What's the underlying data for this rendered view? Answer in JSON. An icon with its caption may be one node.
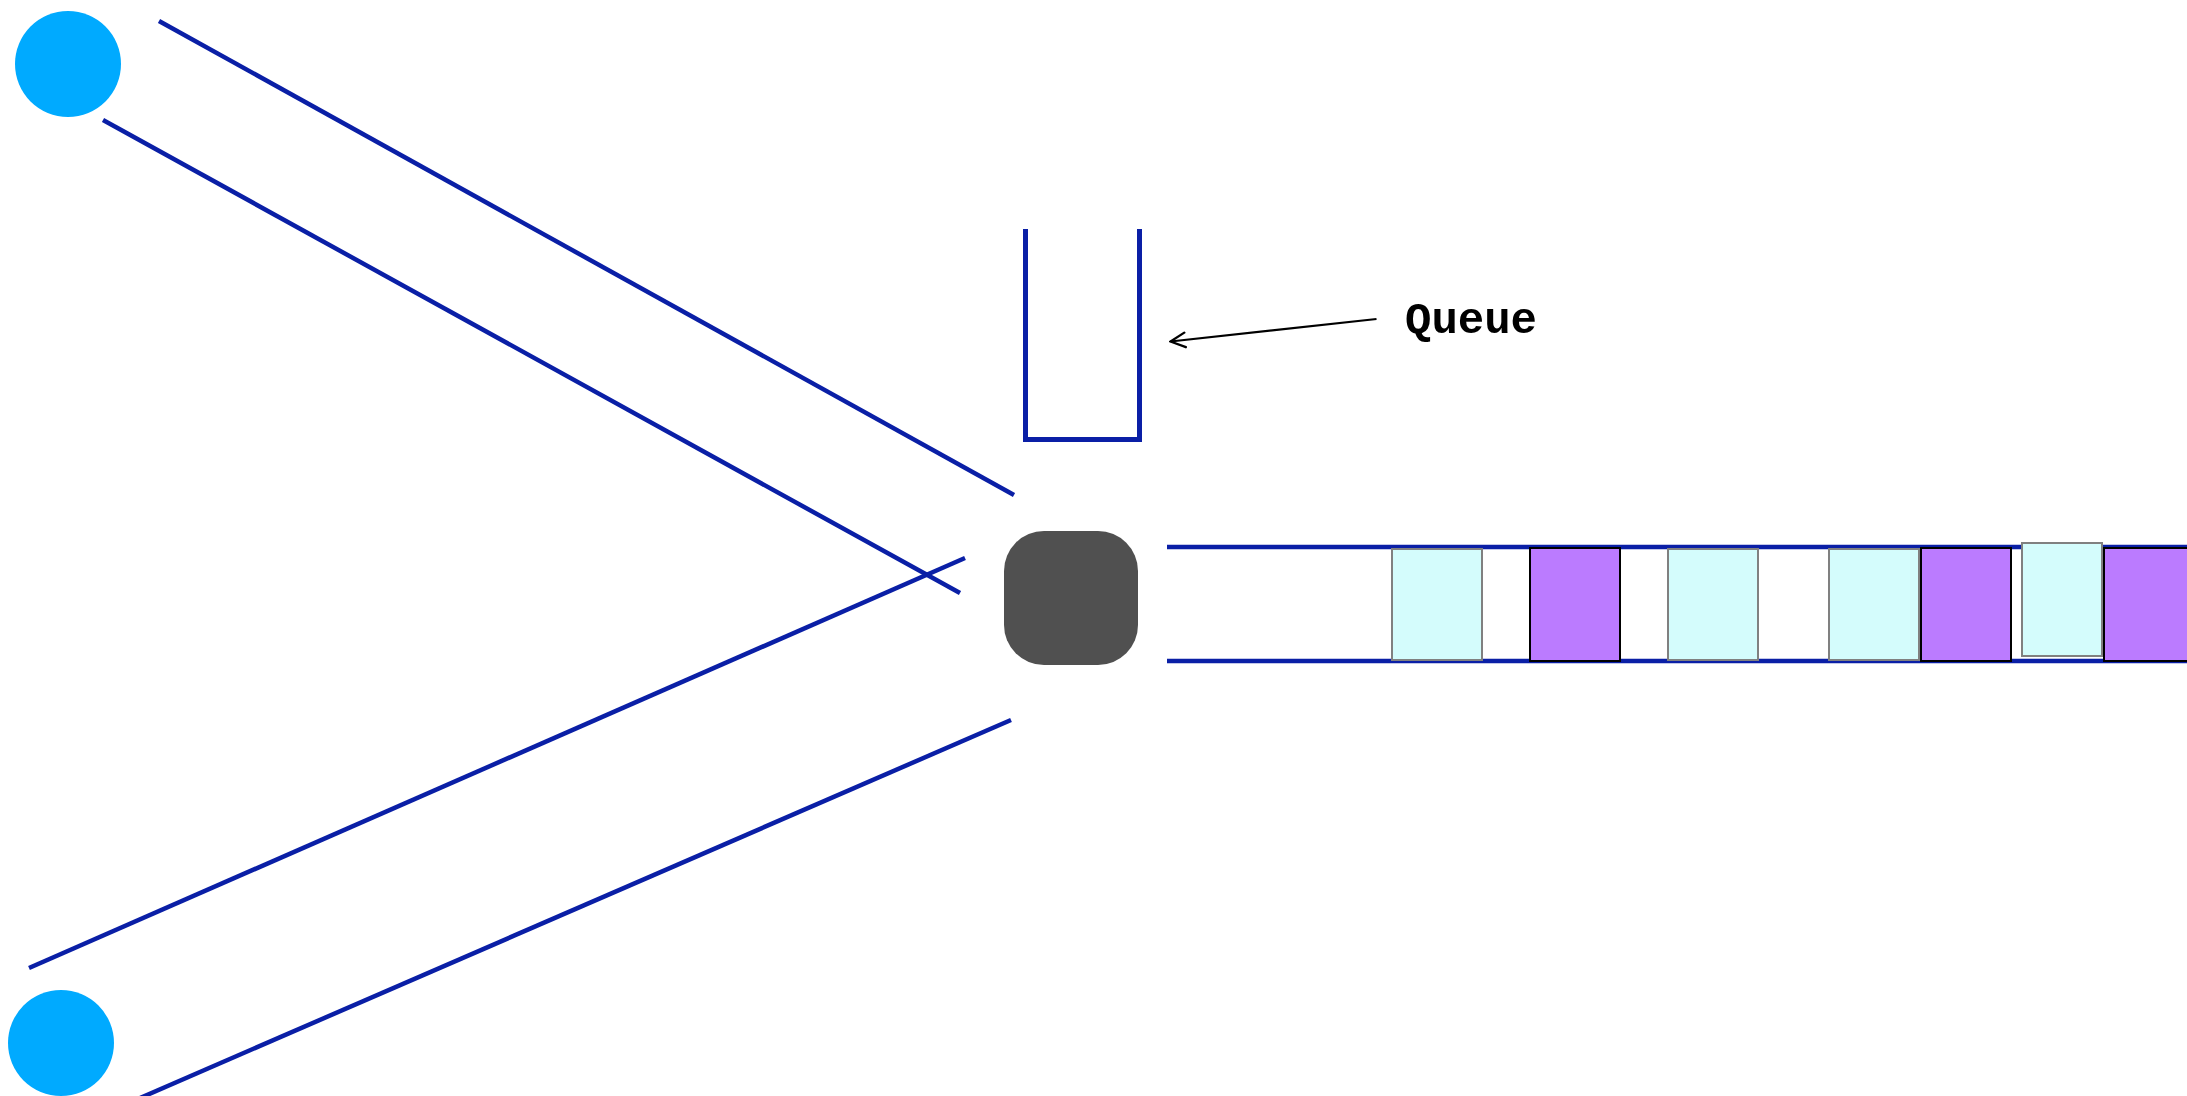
{
  "diagram": {
    "nodes": [
      {
        "text": [],
        "shape": "circle"
      },
      {
        "text": [],
        "shape": "circle"
      },
      {
        "text": [],
        "shape": "box"
      },
      {
        "text": [],
        "shape": "box"
      },
      {
        "text": [
          "Queue"
        ]
      },
      {
        "text": [],
        "shape": "box"
      },
      {
        "text": [],
        "shape": "box"
      },
      {
        "text": [],
        "shape": "box"
      },
      {
        "text": [],
        "shape": "box"
      },
      {
        "text": [],
        "shape": "box"
      },
      {
        "text": [],
        "shape": "box"
      },
      {
        "text": [],
        "shape": "box"
      }
    ],
    "edges": [
      {
        "from": 0,
        "to": 2,
        "arrow": "none"
      },
      {
        "from": 0,
        "to": 2,
        "arrow": "none"
      },
      {
        "from": 1,
        "to": 2,
        "arrow": "none"
      },
      {
        "from": 1,
        "to": 2,
        "arrow": "none"
      },
      {
        "from": 4,
        "to": 3,
        "arrow": "to",
        "color": "#000000"
      },
      {
        "from": 2,
        "to": 11,
        "arrow": "none"
      },
      {
        "from": 2,
        "to": 11,
        "arrow": "none"
      }
    ]
  }
}
